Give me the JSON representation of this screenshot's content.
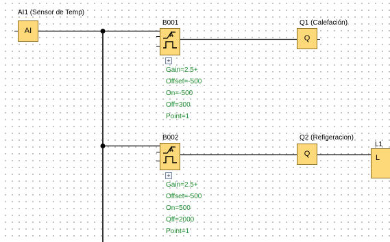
{
  "inputs": [
    {
      "title": "AI1 (Sensor de Temp)",
      "symbol": "AI"
    }
  ],
  "function_blocks": [
    {
      "title": "B001",
      "expand_glyph": "+",
      "params": [
        "Gain=2.5+",
        "Offset=-500",
        "On=-500",
        "Off=300",
        "Point=1"
      ]
    },
    {
      "title": "B002",
      "expand_glyph": "+",
      "params": [
        "Gain=2.5+",
        "Offset=-500",
        "On=500",
        "Off=2000",
        "Point=1"
      ]
    }
  ],
  "outputs": [
    {
      "title": "Q1 (Calefación)",
      "symbol": "Q"
    },
    {
      "title": "Q2 (Refigeracion)",
      "symbol": "Q"
    }
  ],
  "flags": [
    {
      "title": "L1",
      "symbol": "L"
    }
  ],
  "colors": {
    "block_fill": "#fdd97a",
    "block_border": "#8a6a1c",
    "param_text": "#1d8b2e",
    "wire": "#000000",
    "grid_dot": "#a8a8a8"
  },
  "icons": {
    "analog_threshold": "analog-threshold-trigger-icon",
    "expand": "expand-plus-icon"
  }
}
